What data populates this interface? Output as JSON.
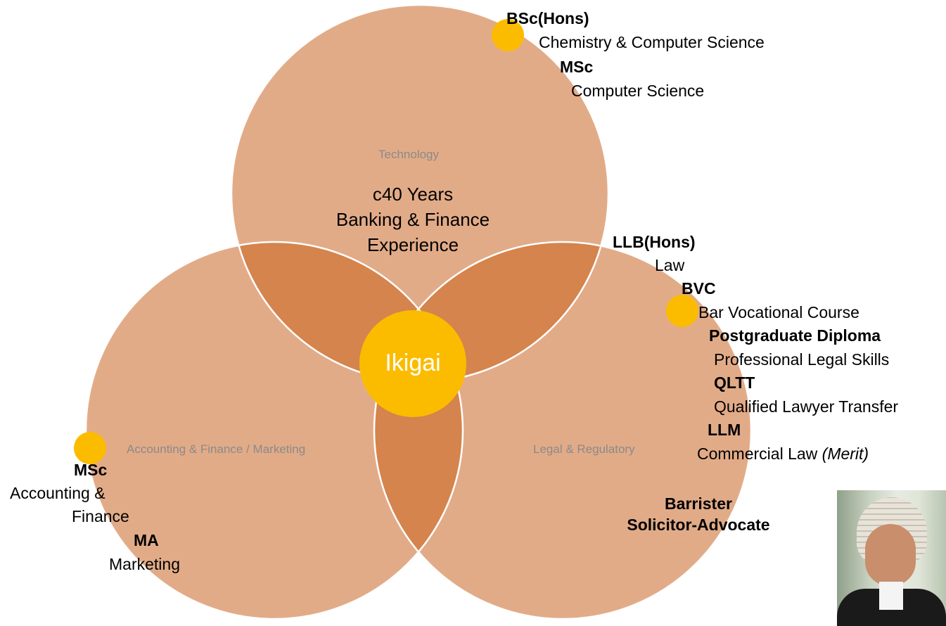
{
  "colors": {
    "circle_fill": "#E2AB88",
    "overlap_fill": "#D4844C",
    "center_fill": "#FBBC00",
    "dot_fill": "#FBBC00",
    "circle_stroke": "#FFFFFF"
  },
  "circles": {
    "top": {
      "label": "Technology",
      "lines": [
        "c40 Years",
        "Banking & Finance",
        "Experience"
      ]
    },
    "left": {
      "label": "Accounting & Finance / Marketing"
    },
    "right": {
      "label": "Legal & Regulatory"
    }
  },
  "center": {
    "label": "Ikigai"
  },
  "technology_qualifications": [
    {
      "degree": "BSc(Hons)",
      "subject": "Chemistry & Computer Science"
    },
    {
      "degree": "MSc",
      "subject": "Computer Science"
    }
  ],
  "legal_qualifications": [
    {
      "degree": "LLB(Hons)",
      "subject": "Law"
    },
    {
      "degree": "BVC",
      "subject": "Bar Vocational Course"
    },
    {
      "degree": "Postgraduate Diploma",
      "subject": "Professional Legal Skills"
    },
    {
      "degree": "QLTT",
      "subject": "Qualified Lawyer Transfer"
    },
    {
      "degree": "LLM",
      "subject": "Commercial Law",
      "note": "(Merit)"
    }
  ],
  "finance_qualifications": [
    {
      "degree": "MSc",
      "subject_lines": [
        "Accounting &",
        "Finance"
      ]
    },
    {
      "degree": "MA",
      "subject": "Marketing"
    }
  ],
  "roles": [
    "Barrister",
    "Solicitor-Advocate"
  ],
  "photo": {
    "icon": "barrister-portrait"
  }
}
